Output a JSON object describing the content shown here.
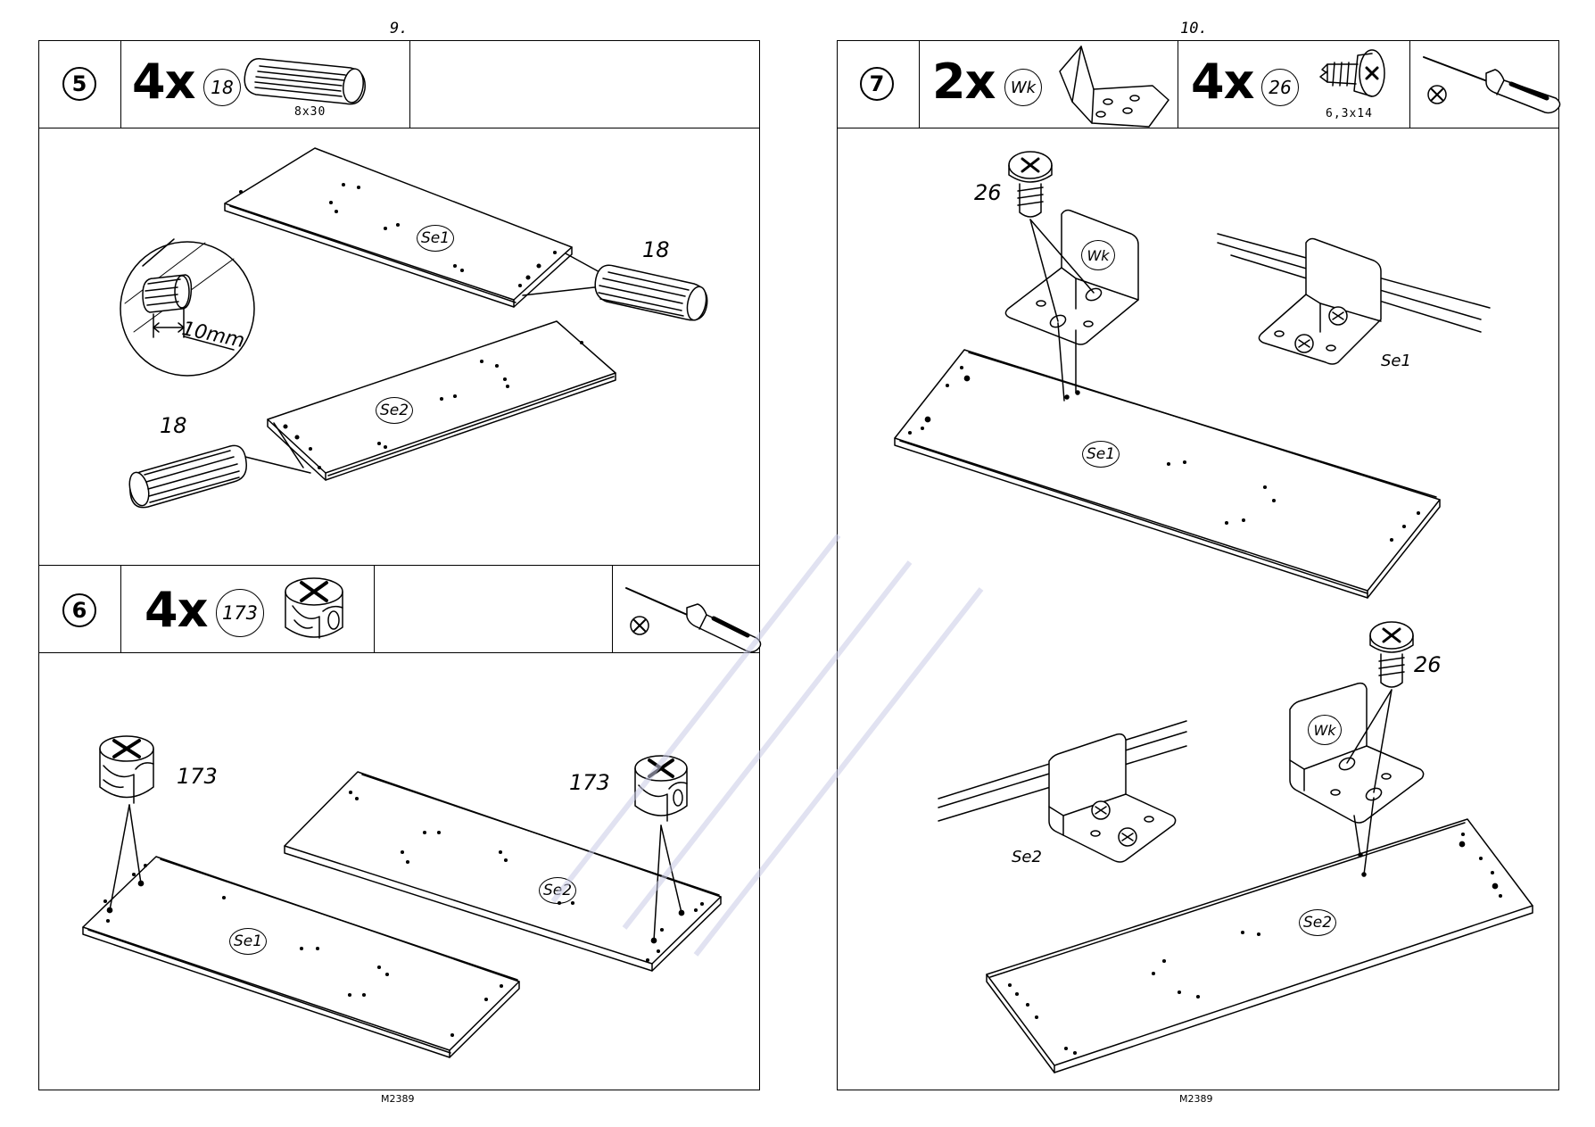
{
  "left_page": {
    "page_number": "9.",
    "footer_code": "M2389",
    "step5": {
      "number": "5",
      "quantity": "4x",
      "part_id": "18",
      "part_size": "8x30"
    },
    "step5_drawing": {
      "panel1_label": "Se1",
      "panel2_label": "Se2",
      "dowel_callout_top": "18",
      "dowel_callout_left": "18",
      "detail_measure": "10mm"
    },
    "step6": {
      "number": "6",
      "quantity": "4x",
      "part_id": "173",
      "tool": "screwdriver-icon"
    },
    "step6_drawing": {
      "callout_left": "173",
      "callout_right": "173",
      "panel1_label": "Se1",
      "panel2_label": "Se2"
    }
  },
  "right_page": {
    "page_number": "10.",
    "footer_code": "M2389",
    "step7": {
      "number": "7",
      "quantity_a": "2x",
      "part_id_a": "Wk",
      "quantity_b": "4x",
      "part_id_b": "26",
      "part_size_b": "6,3x14",
      "tool": "screwdriver-icon"
    },
    "step7_drawing": {
      "screw_callout_top": "26",
      "bracket_label_top": "Wk",
      "assembled_top_label": "Se1",
      "panel_top_label": "Se1",
      "screw_callout_bottom": "26",
      "bracket_label_bottom": "Wk",
      "assembled_bottom_label": "Se2",
      "panel_bottom_label": "Se2"
    }
  },
  "colors": {
    "line": "#000000",
    "background": "#ffffff",
    "watermark": "#c9cbe6"
  }
}
